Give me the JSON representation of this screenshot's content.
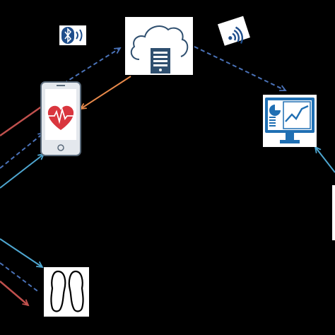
{
  "diagram": {
    "background": "#000000",
    "colors": {
      "dashed_link": "#4a72b8",
      "solid_blue": "#4ea6d0",
      "solid_red": "#c0504d",
      "orange": "#e8894a",
      "heart": "#d9363e",
      "monitor_blue": "#1f6fb3",
      "server": "#2f4f6f",
      "bluetooth": "#1f4e8c"
    },
    "nodes": [
      {
        "id": "cloud-server",
        "icon": "cloud-server-icon"
      },
      {
        "id": "smartphone",
        "icon": "heart-rate-phone-icon"
      },
      {
        "id": "monitor",
        "icon": "monitor-chart-icon"
      },
      {
        "id": "insoles",
        "icon": "shoe-insoles-icon"
      },
      {
        "id": "bluetooth",
        "icon": "bluetooth-icon"
      },
      {
        "id": "wifi",
        "icon": "wifi-icon"
      }
    ]
  }
}
